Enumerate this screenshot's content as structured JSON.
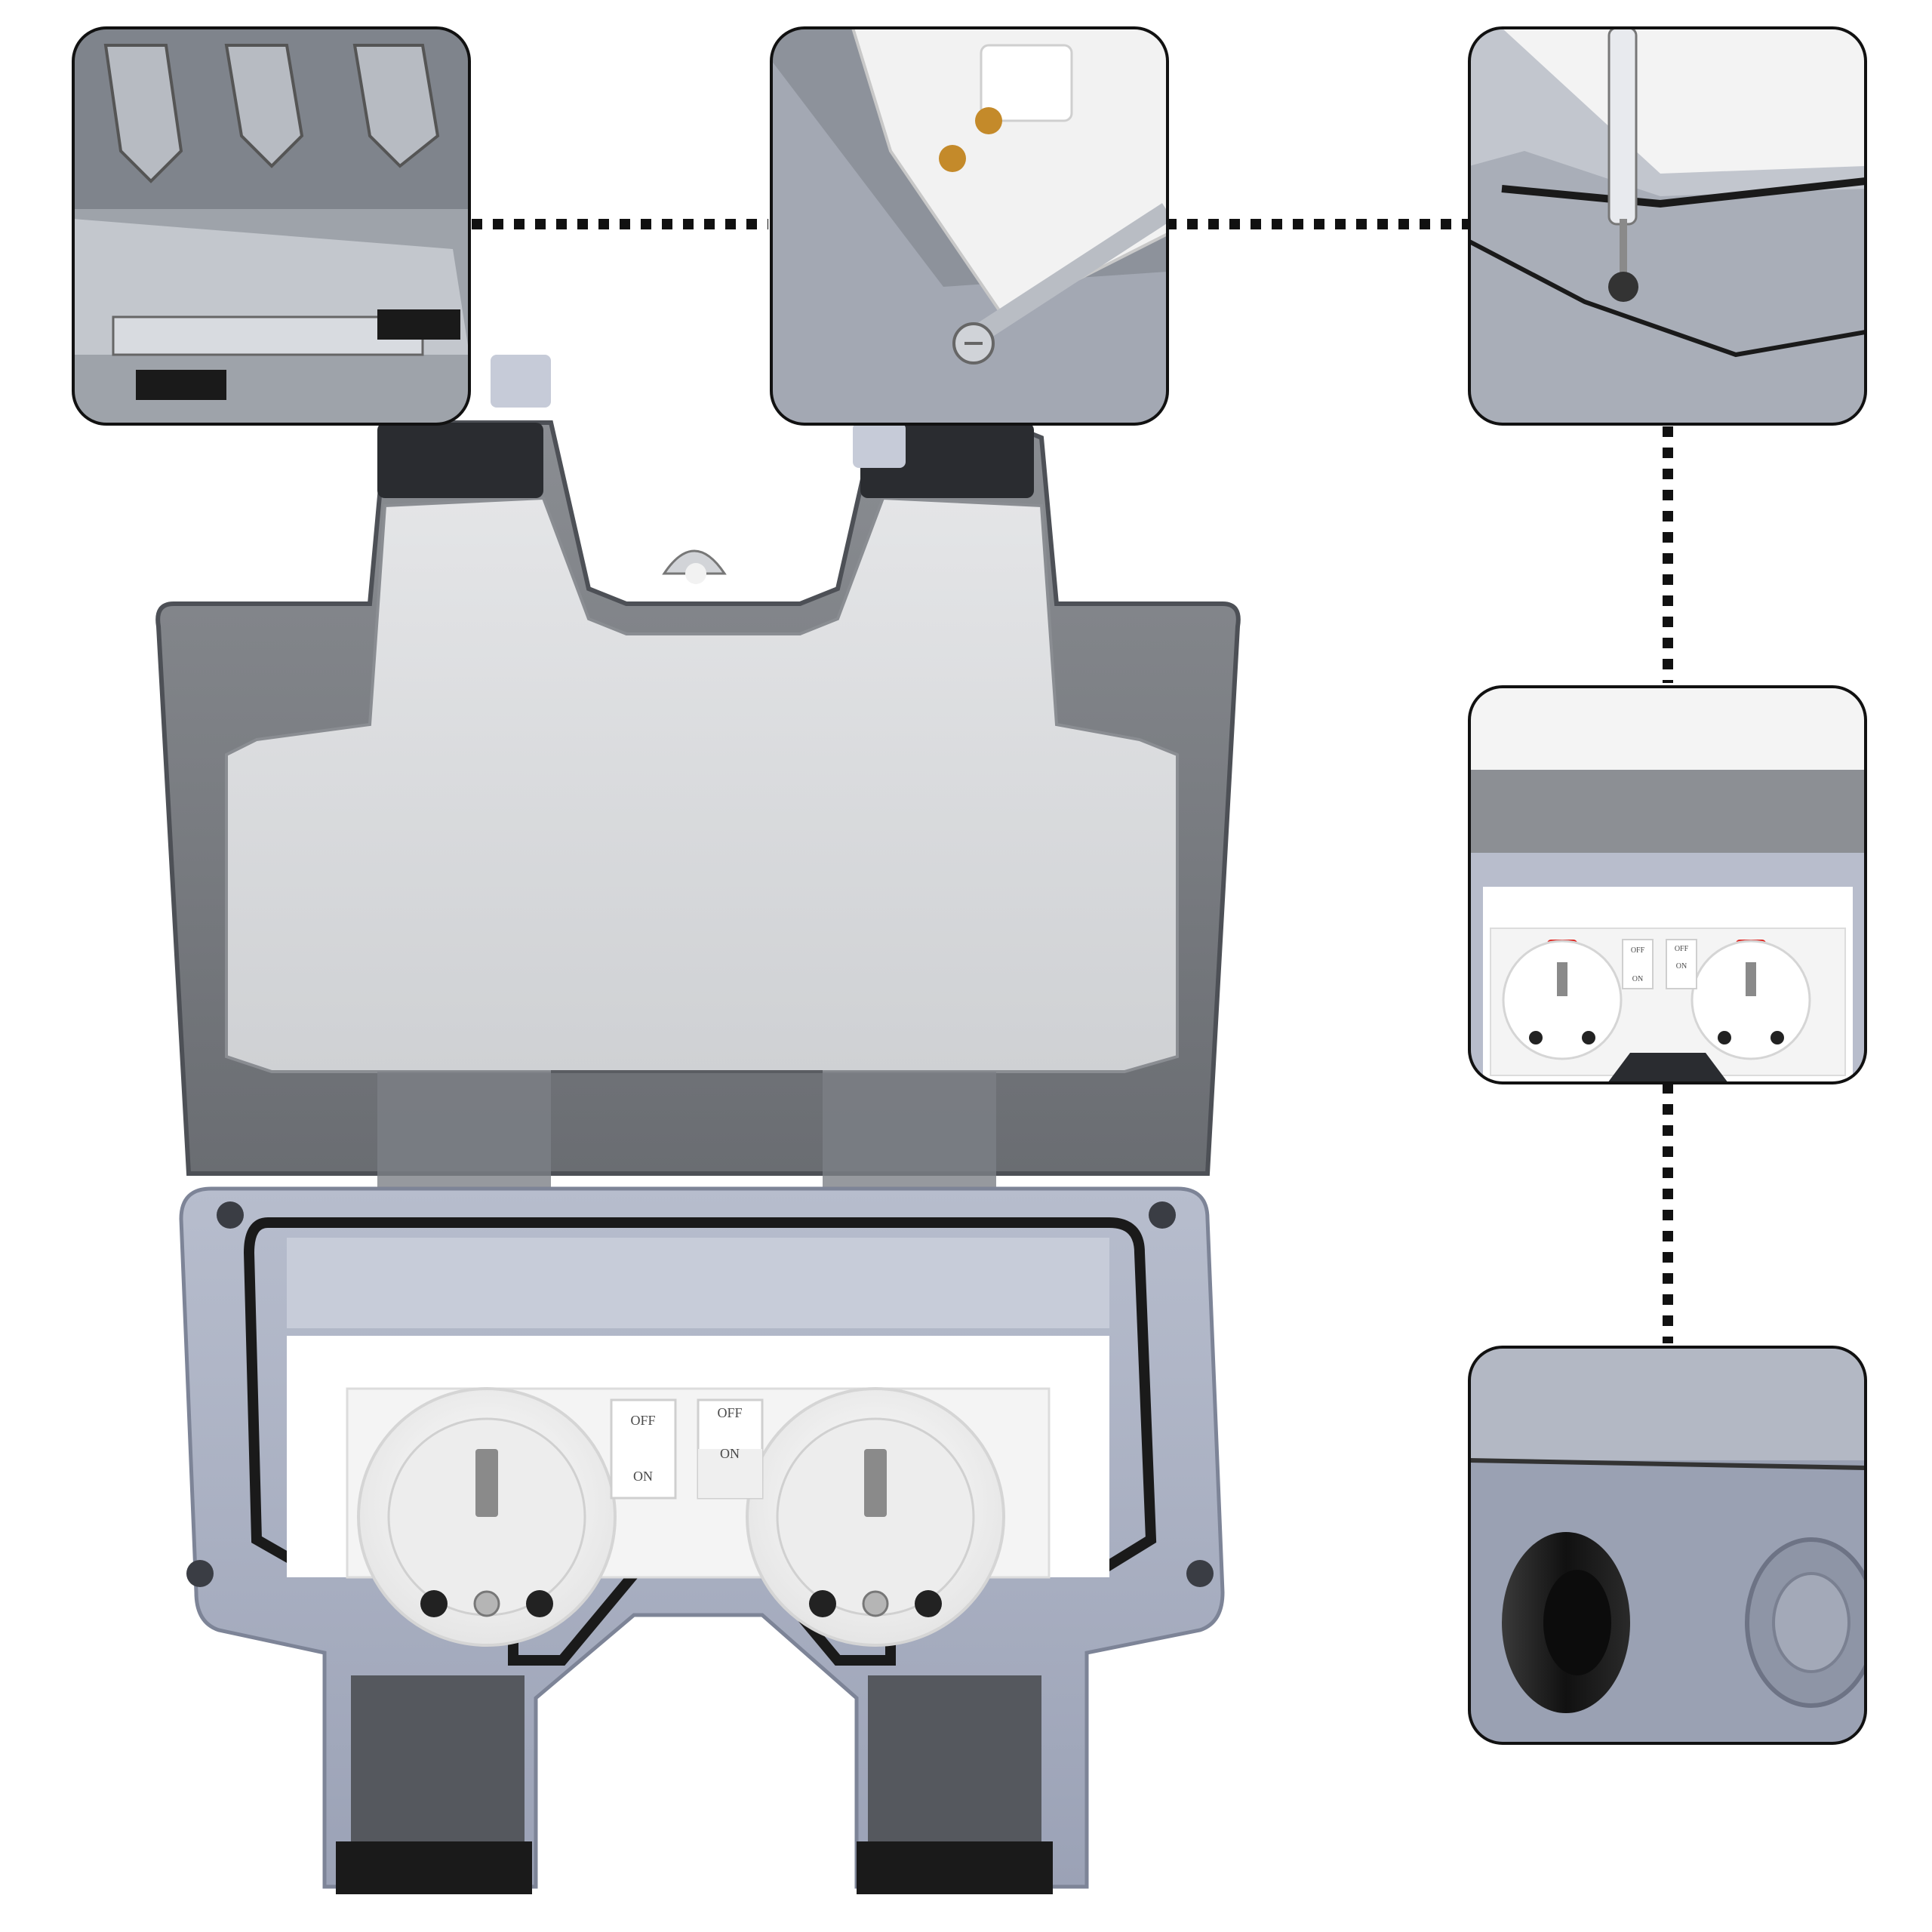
{
  "colors": {
    "housing": "#a8afc2",
    "housing_dark": "#8d95a8",
    "lid_smoke": "#6b6f75",
    "lid_inner": "#d9dadc",
    "faceplate": "#f4f4f4",
    "gasket": "#1a1a1a",
    "indicator": "#e0241f",
    "frame_border": "#111111",
    "connector_dots": "#111111"
  },
  "main_socket": {
    "left_switch": {
      "top_label": "OFF",
      "bottom_label": "ON"
    },
    "right_switch": {
      "top_label": "OFF",
      "bottom_label": "ON"
    }
  },
  "socket_detail": {
    "left_switch": {
      "top_label": "OFF",
      "bottom_label": "ON"
    },
    "right_switch": {
      "top_label": "OFF",
      "bottom_label": "ON"
    }
  },
  "icons": [
    "hinge-detail-photo",
    "terminal-screw-detail-photo",
    "screwdriver-detail-photo",
    "socket-overview-detail-photo",
    "cable-gland-detail-photo"
  ]
}
